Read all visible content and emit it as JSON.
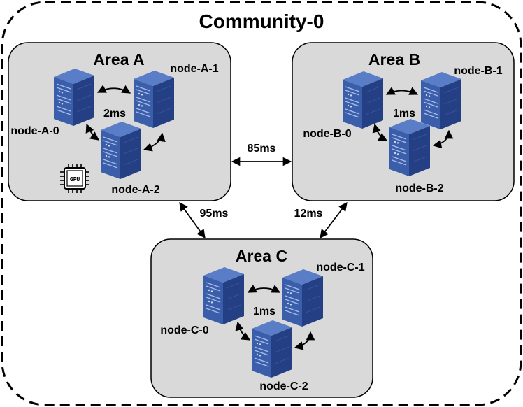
{
  "community": {
    "title": "Community-0"
  },
  "areas": [
    {
      "id": "a",
      "title": "Area A",
      "intra_latency": "2ms",
      "nodes": [
        "node-A-0",
        "node-A-1",
        "node-A-2"
      ],
      "gpu_label": "GPU"
    },
    {
      "id": "b",
      "title": "Area B",
      "intra_latency": "1ms",
      "nodes": [
        "node-B-0",
        "node-B-1",
        "node-B-2"
      ]
    },
    {
      "id": "c",
      "title": "Area C",
      "intra_latency": "1ms",
      "nodes": [
        "node-C-0",
        "node-C-1",
        "node-C-2"
      ]
    }
  ],
  "links": {
    "a_b": "85ms",
    "a_c": "95ms",
    "b_c": "12ms"
  },
  "colors": {
    "area_fill": "#d9d9d9",
    "server_front": "#3a5ca8",
    "server_side": "#233f82",
    "server_top": "#5478c4",
    "server_detail": "#a9bde8"
  }
}
